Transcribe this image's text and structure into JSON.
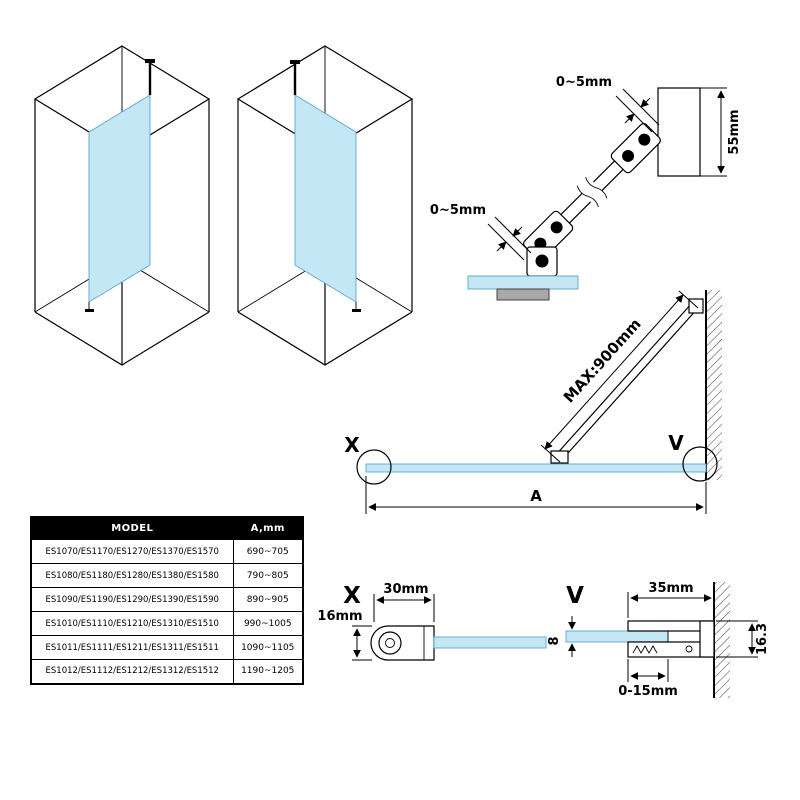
{
  "colors": {
    "glass": "#c4e7f6",
    "glass_edge": "#5aa7cf",
    "line": "#000000",
    "hatch": "#555555",
    "table_header_bg": "#000000",
    "table_header_text": "#ffffff"
  },
  "bracket_detail": {
    "gap_top_label": "0~5mm",
    "gap_bottom_label": "0~5mm",
    "wall_height_label": "55mm"
  },
  "plan_view": {
    "bar_length_label": "MAX:900mm",
    "width_label": "A",
    "ref_x_label": "X",
    "ref_v_label": "V"
  },
  "detail_x": {
    "title": "X",
    "width_label": "30mm",
    "height_label": "16mm"
  },
  "detail_v": {
    "title": "V",
    "width_label": "35mm",
    "glass_thickness_label": "8",
    "adjustment_label": "0-15mm",
    "height_label": "16.3"
  },
  "table": {
    "headers": [
      "MODEL",
      "A,mm"
    ],
    "rows": [
      {
        "model": "ES1070/ES1170/ES1270/ES1370/ES1570",
        "a": "690~705"
      },
      {
        "model": "ES1080/ES1180/ES1280/ES1380/ES1580",
        "a": "790~805"
      },
      {
        "model": "ES1090/ES1190/ES1290/ES1390/ES1590",
        "a": "890~905"
      },
      {
        "model": "ES1010/ES1110/ES1210/ES1310/ES1510",
        "a": "990~1005"
      },
      {
        "model": "ES1011/ES1111/ES1211/ES1311/ES1511",
        "a": "1090~1105"
      },
      {
        "model": "ES1012/ES1112/ES1212/ES1312/ES1512",
        "a": "1190~1205"
      }
    ]
  }
}
